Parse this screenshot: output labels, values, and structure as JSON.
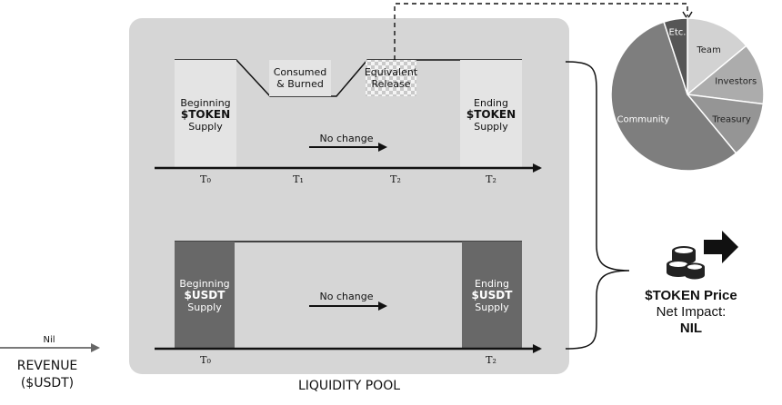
{
  "pool": {
    "title": "LIQUIDITY POOL",
    "token_row": {
      "beginning": [
        "Beginning",
        "$TOKEN",
        "Supply"
      ],
      "consumed": [
        "Consumed",
        "& Burned"
      ],
      "equivalent": [
        "Equivalent",
        "Release"
      ],
      "ending": [
        "Ending",
        "$TOKEN",
        "Supply"
      ],
      "no_change": "No change",
      "ticks": [
        "T₀",
        "T₁",
        "T₂",
        "T₂"
      ]
    },
    "usdt_row": {
      "beginning": [
        "Beginning",
        "$USDT",
        "Supply"
      ],
      "ending": [
        "Ending",
        "$USDT",
        "Supply"
      ],
      "no_change": "No change",
      "ticks": [
        "T₀",
        "T₂"
      ]
    }
  },
  "revenue": {
    "arrow_label": "Nil",
    "line1": "REVENUE",
    "line2": "($USDT)"
  },
  "outcome": {
    "line1": "$TOKEN Price",
    "line2": "Net Impact:",
    "line3": "NIL"
  },
  "pie": {
    "slices": [
      {
        "label": "Team",
        "value": 14,
        "color": "#d2d2d2"
      },
      {
        "label": "Investors",
        "value": 13,
        "color": "#acacac"
      },
      {
        "label": "Treasury",
        "value": 12,
        "color": "#959595"
      },
      {
        "label": "Community",
        "value": 56,
        "color": "#7e7e7e"
      },
      {
        "label": "Etc.",
        "value": 5,
        "color": "#565656"
      }
    ]
  },
  "colors": {
    "pool_bg": "#d6d6d6",
    "token_bar": "#e4e4e4",
    "usdt_bar": "#686868"
  }
}
